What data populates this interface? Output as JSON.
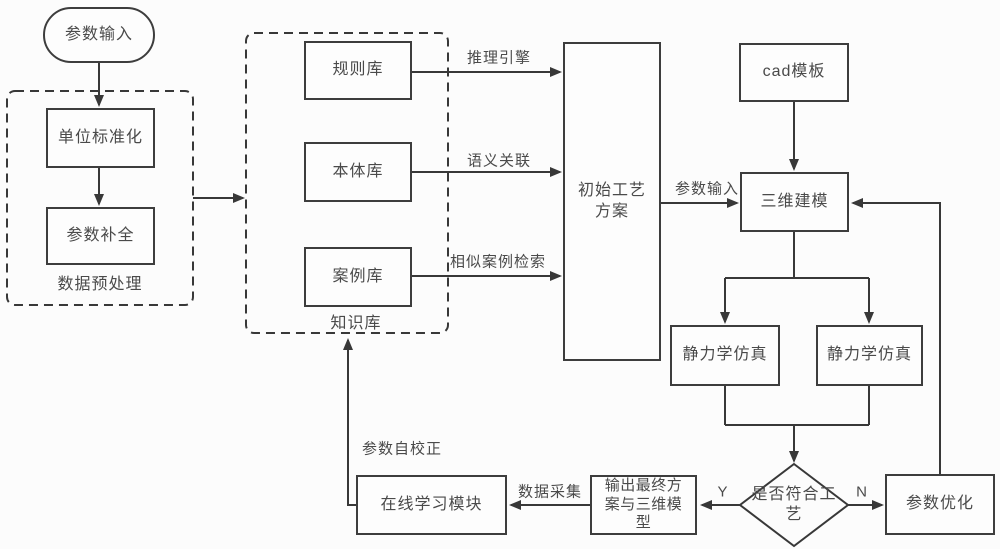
{
  "colors": {
    "stroke": "#3a3a3a",
    "text": "#4a4a4a",
    "background": "#fcfcfc"
  },
  "nodes": {
    "start": {
      "label": "参数输入"
    },
    "unit_standardization": {
      "label": "单位标准化"
    },
    "parameter_completion": {
      "label": "参数补全"
    },
    "preprocessing_group": {
      "label": "数据预处理"
    },
    "rule_library": {
      "label": "规则库"
    },
    "ontology_library": {
      "label": "本体库"
    },
    "case_library": {
      "label": "案例库"
    },
    "knowledge_group": {
      "label": "知识库"
    },
    "initial_process_plan": {
      "label": "初始工艺方案"
    },
    "cad_template": {
      "label": "cad模板"
    },
    "modeling_3d": {
      "label": "三维建模"
    },
    "statics_simulation_left": {
      "label": "静力学仿真"
    },
    "statics_simulation_right": {
      "label": "静力学仿真"
    },
    "decision_conform_process": {
      "label": "是否符合工艺"
    },
    "parameter_optimization": {
      "label": "参数优化"
    },
    "output_final_plan": {
      "label": "输出最终方案与三维模型"
    },
    "online_learning_module": {
      "label": "在线学习模块"
    }
  },
  "edge_labels": {
    "inference_engine": "推理引擎",
    "semantic_association": "语义关联",
    "similar_case_retrieval": "相似案例检索",
    "parameter_input": "参数输入",
    "data_collection": "数据采集",
    "parameter_self_correction": "参数自校正",
    "yes": "Y",
    "no": "N"
  }
}
